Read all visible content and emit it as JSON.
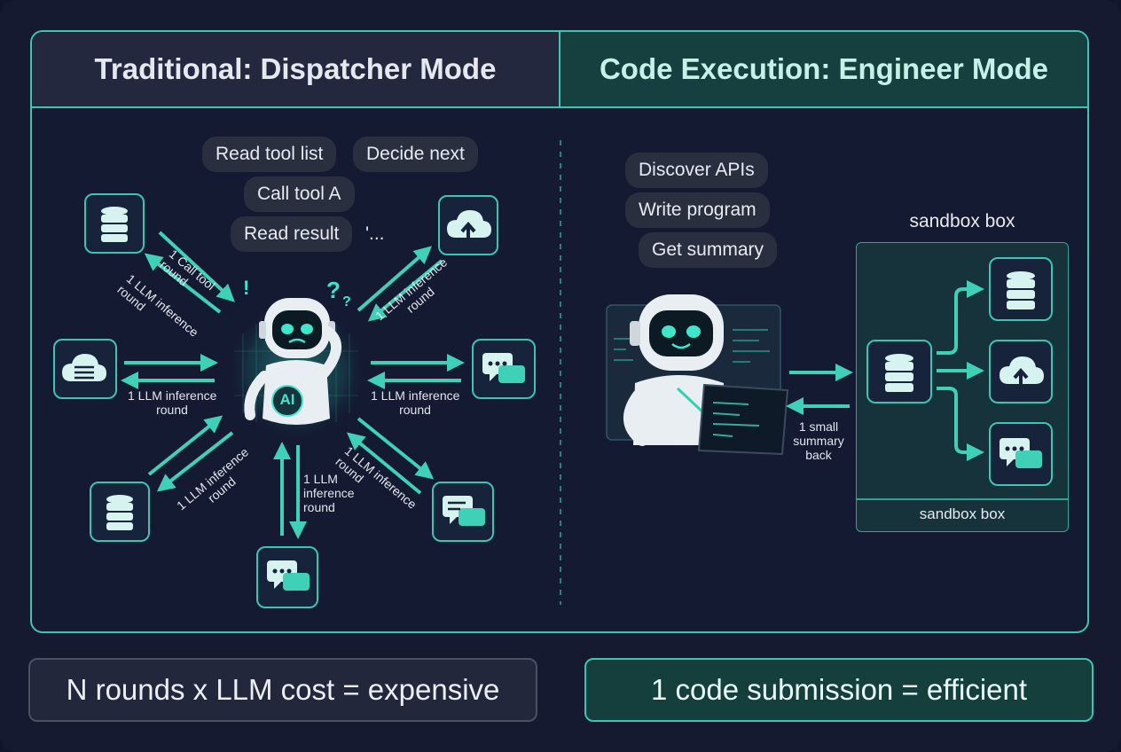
{
  "left_panel": {
    "title": "Traditional: Dispatcher Mode",
    "bubbles": [
      "Read tool list",
      "Decide next",
      "Call tool A",
      "Read result",
      "'..."
    ],
    "robot_badge": "AI",
    "robot_marks": [
      "!",
      "?",
      "?"
    ],
    "arrow_labels": {
      "top_left_a": "1 Call tool\nround",
      "top_left_b": "1 LLM inference\nround",
      "top_right": "1 LLM inference\nround",
      "left": "1 LLM inference\nround",
      "right": "1 LLM inference\nround",
      "bottom_left": "1 LLM inference\nround",
      "bottom": "1 LLM\ninference\nround",
      "bottom_right": "1 LLM inference\nround"
    },
    "tools": [
      "database-icon",
      "cloud-upload-icon",
      "cloud-network-icon",
      "chat-icon",
      "database-icon",
      "chat-icon",
      "chat-icon"
    ]
  },
  "right_panel": {
    "title": "Code Execution: Engineer Mode",
    "bubbles": [
      "Discover APIs",
      "Write program",
      "Get summary"
    ],
    "return_label": "1 small\nsummary\nback",
    "sandbox_title": "sandbox box",
    "sandbox_caption": "sandbox box",
    "tools": [
      "database-icon",
      "database-icon",
      "cloud-upload-icon",
      "chat-icon"
    ]
  },
  "footer": {
    "left": "N rounds x LLM cost = expensive",
    "right": "1 code submission = efficient"
  },
  "colors": {
    "background": "#151a31",
    "accent": "#3cc5b0",
    "left_header_bg": "#24283f",
    "right_header_bg": "#15403f",
    "bubble_bg": "#2a2f40"
  }
}
